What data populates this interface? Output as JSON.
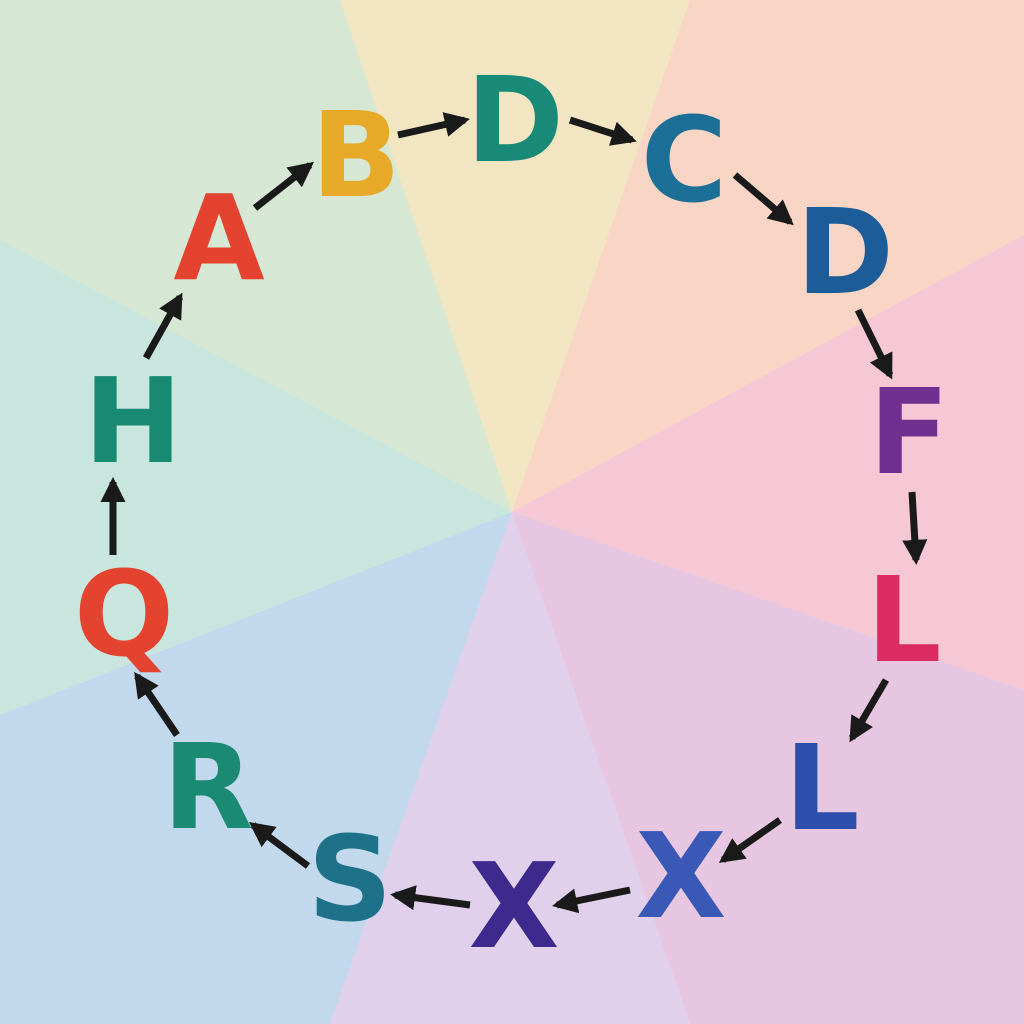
{
  "background": {
    "wedge_colors": [
      "#d6e7d3",
      "#f2e6c2",
      "#f8d5c4",
      "#f6c8d5",
      "#e6c6e0",
      "#e1d0ec",
      "#c2d8ec",
      "#c9e6de"
    ],
    "center_color": "#eee0d6"
  },
  "arrow_color": "#1a1a1a",
  "nodes": [
    {
      "text": "A",
      "color": "#e4432f"
    },
    {
      "text": "B",
      "color": "#e9a928"
    },
    {
      "text": "D",
      "color": "#1a8a78"
    },
    {
      "text": "C",
      "color": "#1c6f96"
    },
    {
      "text": "D",
      "color": "#1c5c98"
    },
    {
      "text": "F",
      "color": "#71308f"
    },
    {
      "text": "L",
      "color": "#dc2a64"
    },
    {
      "text": "L",
      "color": "#2b4faa"
    },
    {
      "text": "X",
      "color": "#3a58b6"
    },
    {
      "text": "X",
      "color": "#3e2a8d"
    },
    {
      "text": "S",
      "color": "#1d728a"
    },
    {
      "text": "R",
      "color": "#1a8a72"
    },
    {
      "text": "Q",
      "color": "#e4432f"
    },
    {
      "text": "H",
      "color": "#188a72"
    }
  ]
}
